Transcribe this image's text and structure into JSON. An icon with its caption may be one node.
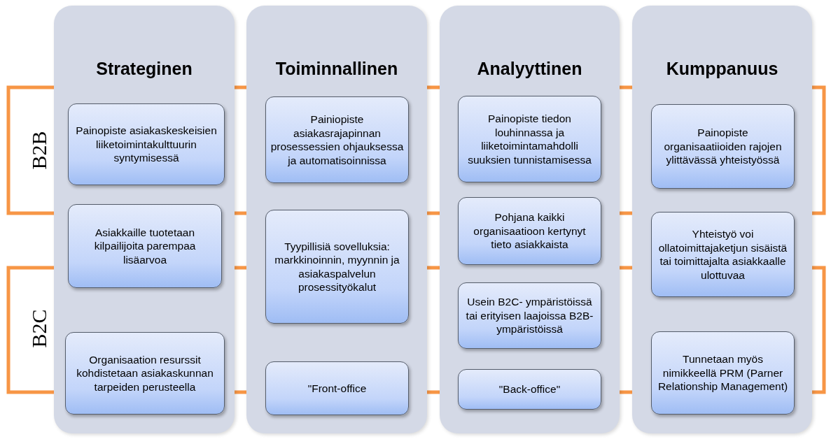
{
  "diagram": {
    "nodes": [
      {
        "text": [
          "Strateginen"
        ]
      },
      {
        "text": [
          "Painopiste asiakaskeskeisien liiketoimintakulttuurin syntymisessä"
        ],
        "in": 0
      },
      {
        "text": [
          "Asiakkaille tuotetaan kilpailijoita parempaa lisäarvoa"
        ],
        "in": 0
      },
      {
        "text": [
          "Organisaation resurssit kohdistetaan asiakaskunnan tarpeiden perusteella"
        ],
        "in": 0
      },
      {
        "text": [
          "Toiminnallinen"
        ]
      },
      {
        "text": [
          "Painiopiste asiakasrajapinnan prosessessien ohjauksessa ja automatisoinnissa"
        ],
        "in": 4
      },
      {
        "text": [
          "Tyypillisiä sovelluksia: markkinoinnin, myynnin ja asiakaspalvelun prosessityökalut"
        ],
        "in": 4
      },
      {
        "text": [
          "\"Front-office"
        ],
        "in": 4
      },
      {
        "text": [
          "Analyyttinen"
        ]
      },
      {
        "text": [
          "Painopiste tiedon louhinnassa ja liiketoimintamahdolli suuksien tunnistamisessa"
        ],
        "in": 8
      },
      {
        "text": [
          "Pohjana kaikki organisaatioon kertynyt tieto asiakkaista"
        ],
        "in": 8
      },
      {
        "text": [
          "Usein B2C- ympäristöissä tai erityisen laajoissa B2B- ympäristöissä"
        ],
        "in": 8
      },
      {
        "text": [
          "\"Back-office\""
        ],
        "in": 8
      },
      {
        "text": [
          "Kumppanuus"
        ]
      },
      {
        "text": [
          "Painopiste organisaatiioiden rajojen ylittävässä yhteistyössä"
        ],
        "in": 13
      },
      {
        "text": [
          "Yhteistyö voi ollatoimittajaketjun sisäistä tai toimittajalta asiakkaalle ulottuvaa"
        ],
        "in": 13
      },
      {
        "text": [
          "Tunnetaan myös nimikkeellä PRM (Parner Relationship Management)"
        ],
        "in": 13
      }
    ],
    "labels": [
      "B2B",
      "B2C"
    ]
  }
}
